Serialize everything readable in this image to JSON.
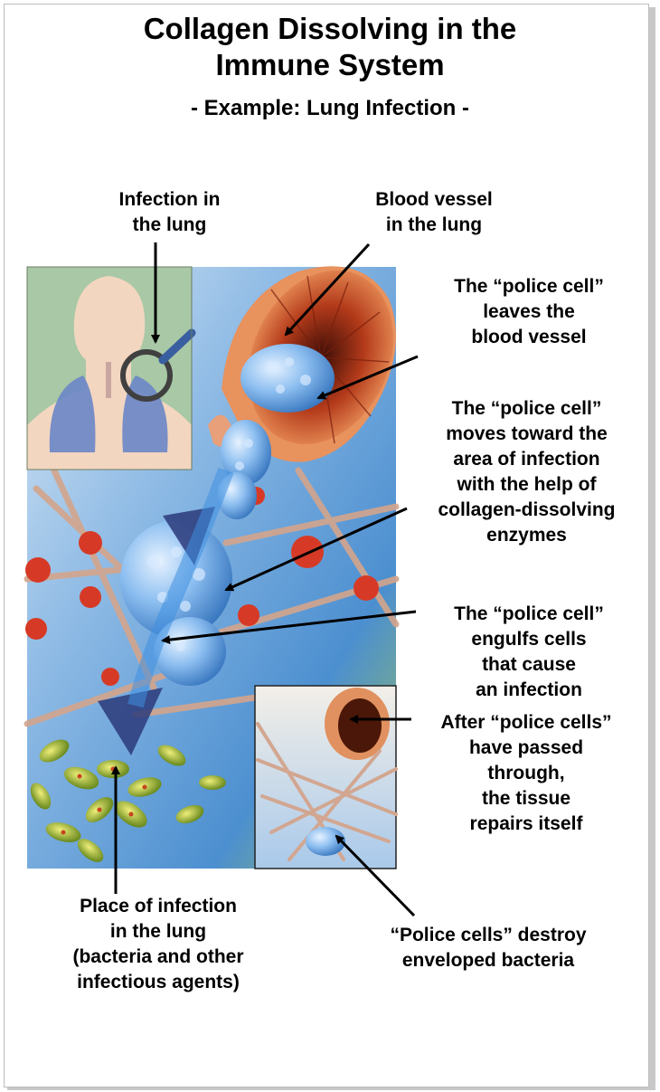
{
  "title": {
    "line1": "Collagen Dissolving in the",
    "line2": "Immune System"
  },
  "subtitle": "- Example: Lung Infection -",
  "labels": {
    "infection_in_lung": {
      "line1": "Infection in",
      "line2": "the lung"
    },
    "blood_vessel": {
      "line1": "Blood vessel",
      "line2": "in the lung"
    },
    "police_leaves": {
      "line1": "The “police cell”",
      "line2": "leaves the",
      "line3": "blood vessel"
    },
    "police_moves": {
      "line1": "The “police cell”",
      "line2": "moves toward the",
      "line3": "area of infection",
      "line4": "with the help of",
      "line5": "collagen-dissolving",
      "line6": "enzymes"
    },
    "police_engulfs": {
      "line1": "The “police cell”",
      "line2": "engulfs cells",
      "line3": "that cause",
      "line4": "an infection"
    },
    "tissue_repairs": {
      "line1": "After “police cells”",
      "line2": "have passed",
      "line3": "through,",
      "line4": "the tissue",
      "line5": "repairs itself"
    },
    "place_of_infection": {
      "line1": "Place of infection",
      "line2": "in the lung",
      "line3": "(bacteria and other",
      "line4": "infectious agents)"
    },
    "police_destroy": {
      "line1": "“Police cells” destroy",
      "line2": "enveloped bacteria"
    }
  },
  "colors": {
    "blue_cell": "#7fb2e0",
    "vessel_red": "#c9552a",
    "background_blue": "#6fa3d8",
    "bacteria_green": "#b8c93a"
  }
}
